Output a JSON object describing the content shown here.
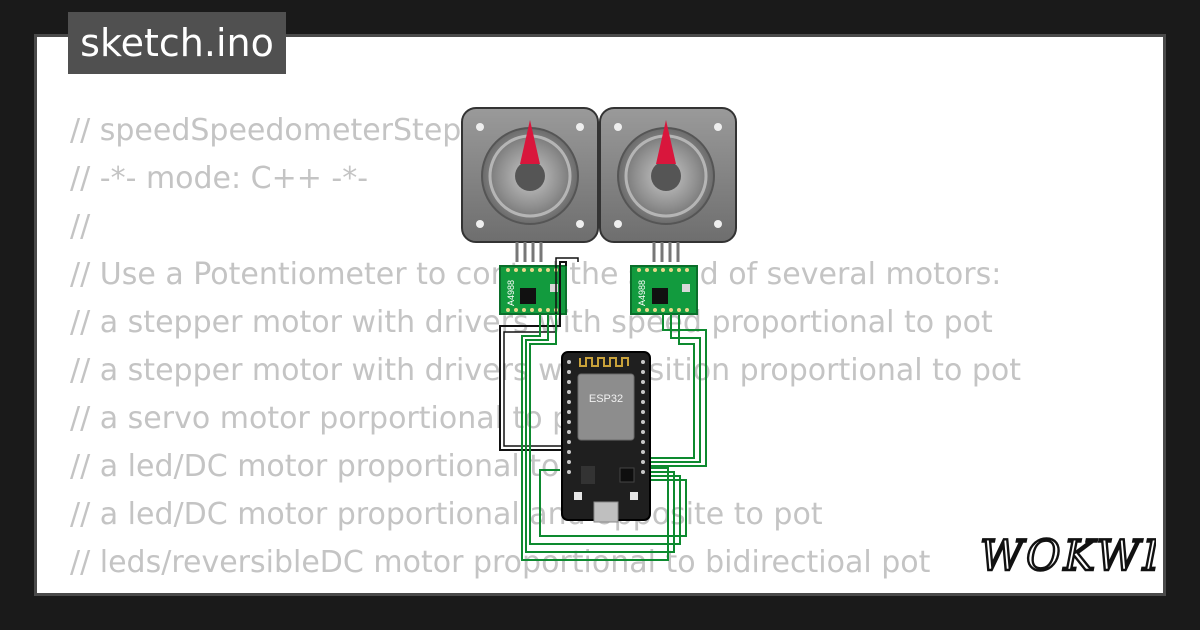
{
  "file_tab": {
    "label": "sketch.ino"
  },
  "code_lines": [
    "// speedSpeedometerStepper",
    "// -*- mode: C++ -*-",
    "//",
    "// Use a Potentiometer to control the speed of several motors:",
    "// a stepper motor with drivers with speed proportional to pot",
    "// a stepper motor with drivers with position proportional to pot",
    "// a servo motor porportional to pot",
    "// a led/DC motor proportional to pot",
    "// a led/DC motor proportional and opposite to pot",
    "// leds/reversibleDC motor proportional to bidirectioal pot",
    "//"
  ],
  "circuit": {
    "board_label": "ESP32",
    "driver_label": "A4988",
    "wire_colors": {
      "signal": "#0d8a2f",
      "power": "#111111"
    },
    "pointer_color": "#d9163c"
  },
  "brand": {
    "logo_text": "WOKWI"
  },
  "colors": {
    "background": "#1a1a1a",
    "panel": "#ffffff",
    "tab": "#505050",
    "code_text": "#c4c4c4"
  }
}
